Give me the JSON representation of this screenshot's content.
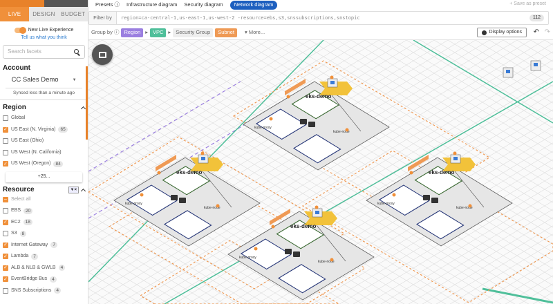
{
  "sidebar": {
    "tabs": [
      {
        "label": "LIVE",
        "active": true
      },
      {
        "label": "DESIGN"
      },
      {
        "label": "BUDGET"
      }
    ],
    "live_toggle_label": "New Live Experience",
    "feedback_link": "Tell us what you think",
    "search_placeholder": "Search facets",
    "account": {
      "title": "Account",
      "selected": "CC Sales Demo",
      "synced": "Synced less than a minute ago"
    },
    "region": {
      "title": "Region",
      "items": [
        {
          "label": "Global",
          "checked": false,
          "count": ""
        },
        {
          "label": "US East (N. Virginia)",
          "checked": true,
          "count": "65"
        },
        {
          "label": "US East (Ohio)",
          "checked": false,
          "count": ""
        },
        {
          "label": "US West (N. California)",
          "checked": false,
          "count": ""
        },
        {
          "label": "US West (Oregon)",
          "checked": true,
          "count": "84"
        }
      ],
      "more": "+25..."
    },
    "resource": {
      "title": "Resource",
      "select_all": "Select all",
      "items": [
        {
          "label": "EBS",
          "checked": false,
          "count": "20"
        },
        {
          "label": "EC2",
          "checked": true,
          "count": "18"
        },
        {
          "label": "S3",
          "checked": false,
          "count": "8"
        },
        {
          "label": "Internet Gateway",
          "checked": true,
          "count": "7"
        },
        {
          "label": "Lambda",
          "checked": true,
          "count": "7"
        },
        {
          "label": "ALB & NLB & GWLB",
          "checked": true,
          "count": "4"
        },
        {
          "label": "EventBridge Bus",
          "checked": true,
          "count": "4"
        },
        {
          "label": "SNS Subscriptions",
          "checked": false,
          "count": "4"
        }
      ]
    }
  },
  "toolbar": {
    "presets_label": "Presets",
    "presets": [
      "Infrastructure diagram",
      "Security diagram",
      "Network diagram"
    ],
    "active_preset": "Network diagram",
    "save_preset": "+  Save as preset",
    "filter_label": "Filter by",
    "filter_query": "region=ca-central-1,us-east-1,us-west-2 -resource=ebs,s3,snssubscriptions,snstopic",
    "result_count": "112",
    "group_by_label": "Group by",
    "groups": [
      {
        "label": "Region",
        "color": "#9b7fe0"
      },
      {
        "label": "VPC",
        "color": "#4fbf9a"
      },
      {
        "label": "Security Group",
        "color": ""
      },
      {
        "label": "Subnet",
        "color": "#ef9a55"
      }
    ],
    "more": "More...",
    "display_options": "Display options"
  },
  "diagram": {
    "clusters": [
      {
        "name": "eks-demo",
        "nodes": [
          "kube-proxy",
          "kube-node"
        ]
      },
      {
        "name": "eks-demo",
        "nodes": [
          "kube-proxy",
          "kube-node"
        ]
      },
      {
        "name": "eks-demo",
        "nodes": [
          "kube-proxy",
          "kube-node"
        ]
      },
      {
        "name": "eks-demo",
        "nodes": [
          "kube-proxy",
          "kube-node"
        ]
      }
    ],
    "colors": {
      "region": "#9b7fe0",
      "vpc": "#4fbf9a",
      "subnet": "#ef9a55",
      "accent": "#f0903a"
    }
  }
}
